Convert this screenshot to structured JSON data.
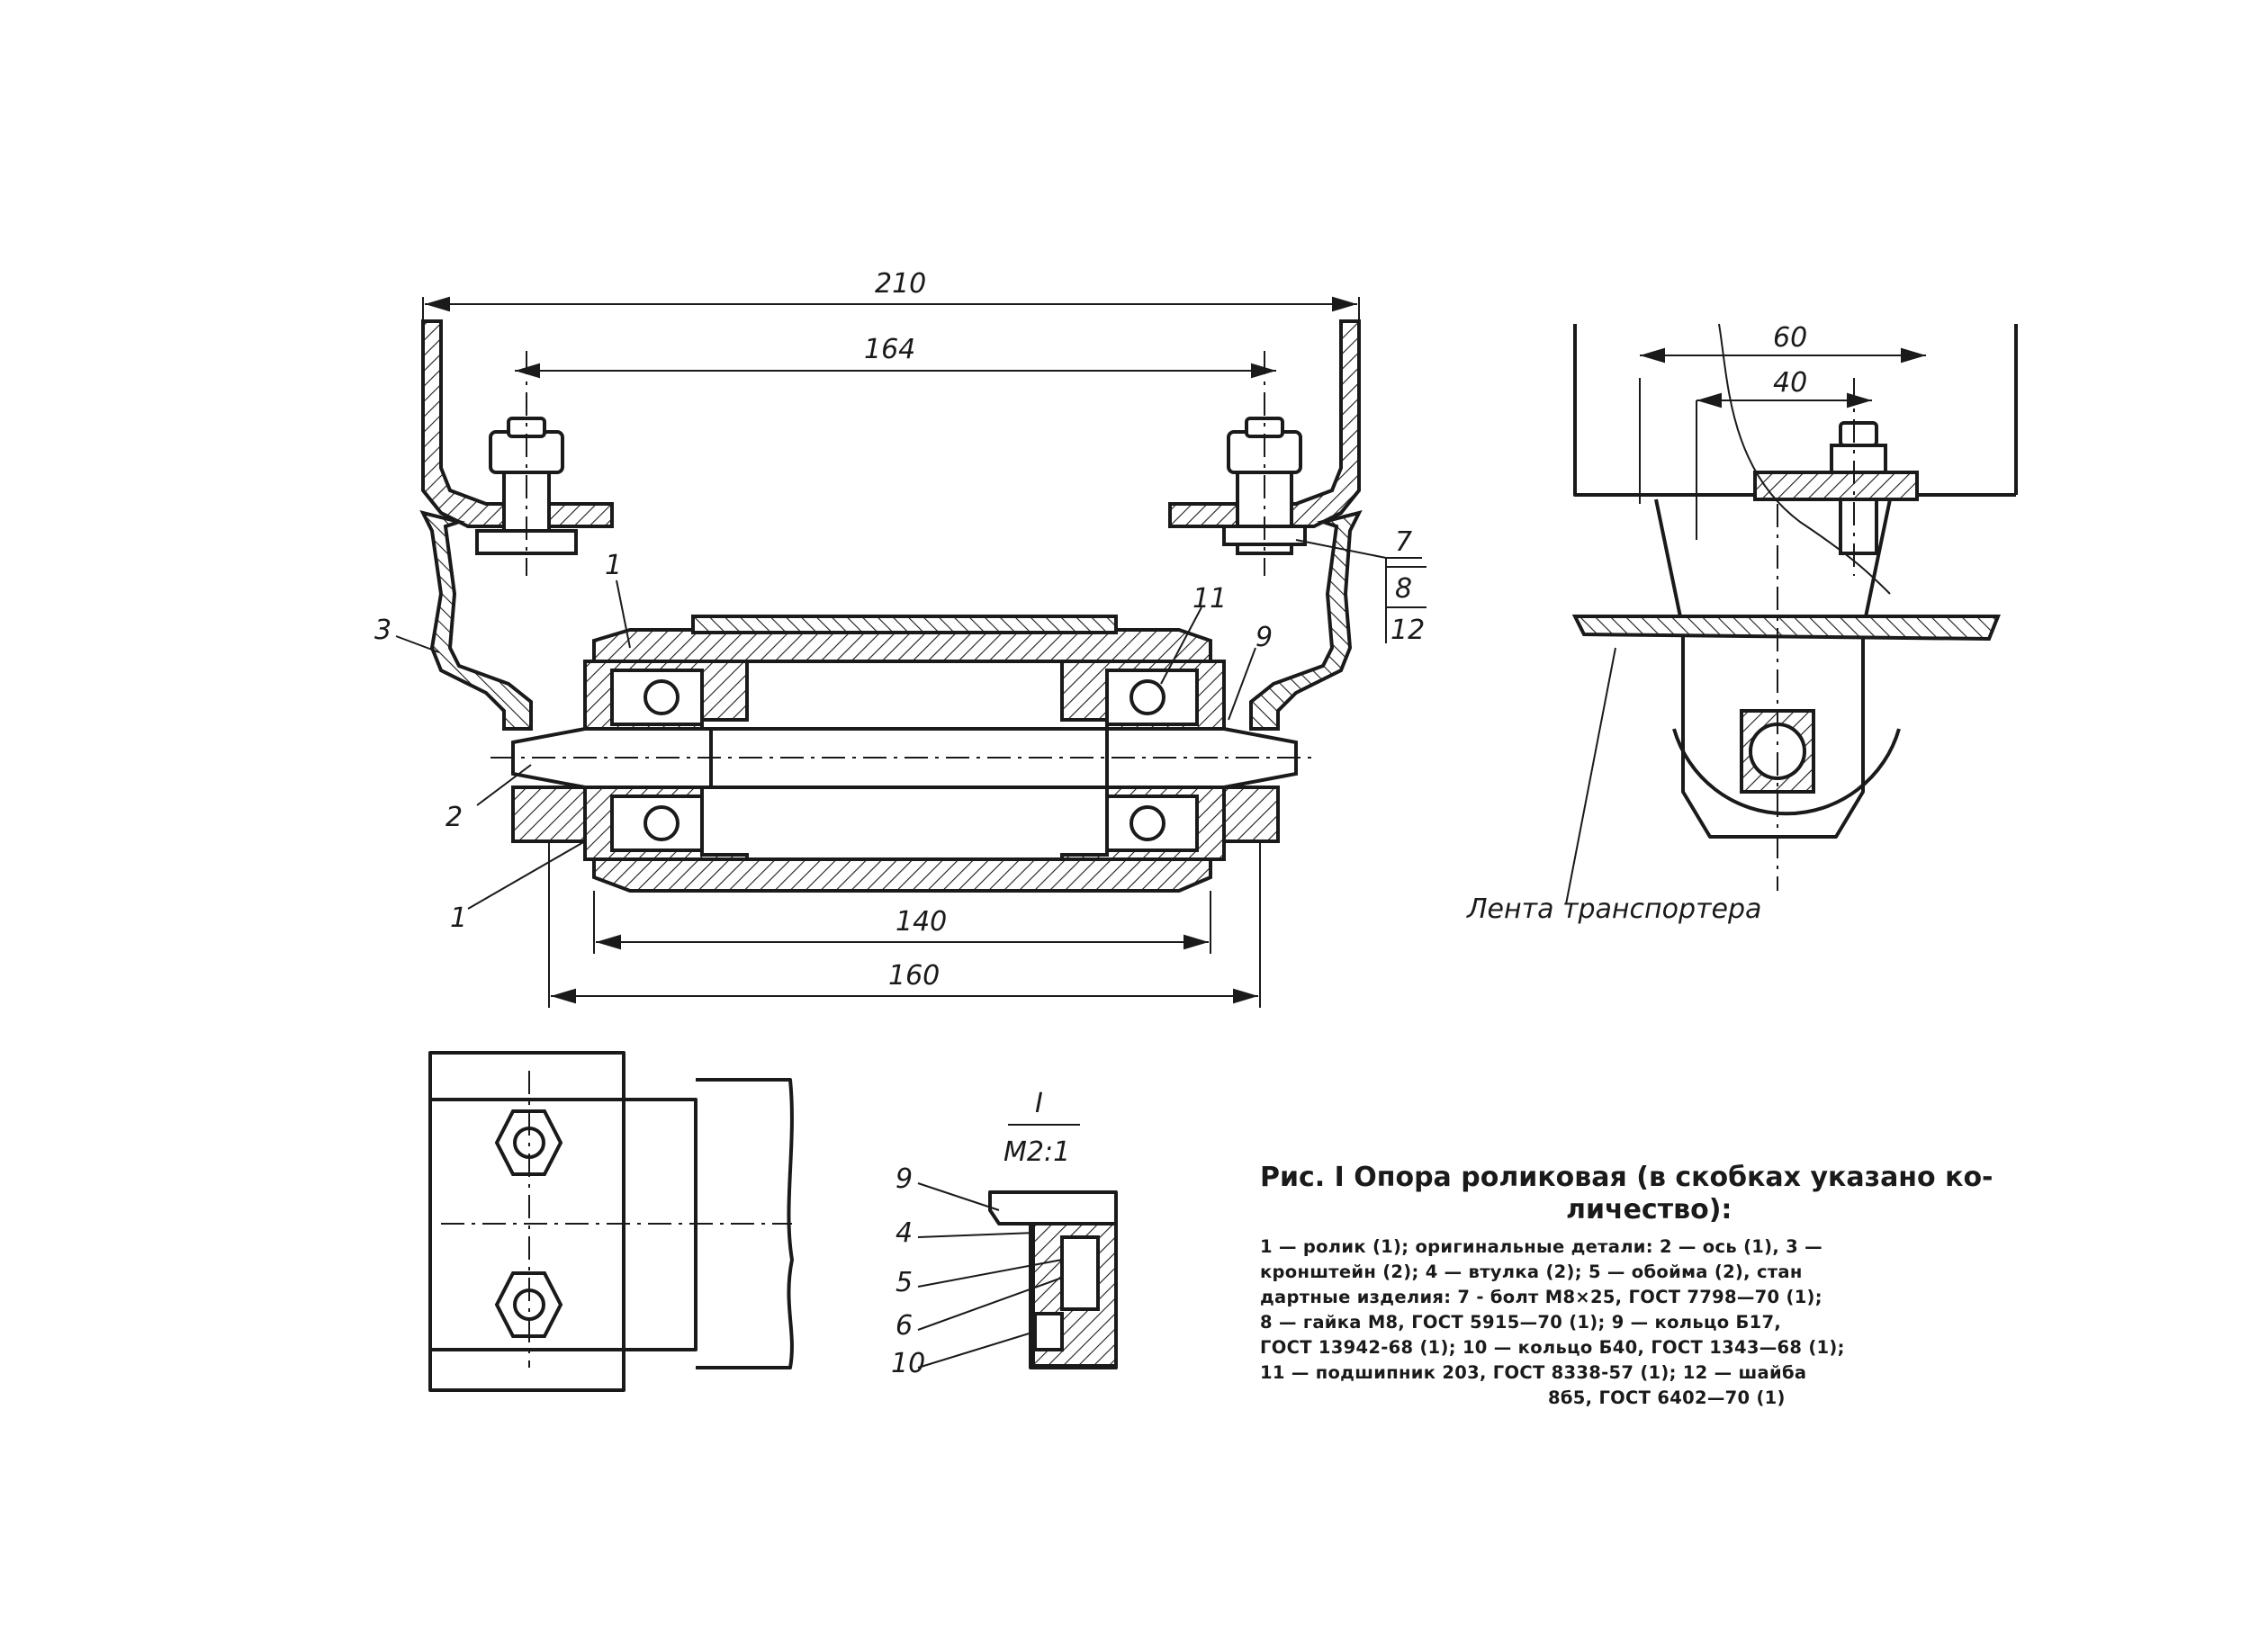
{
  "dimensions": {
    "d210": "210",
    "d164": "164",
    "d140": "140",
    "d160": "160",
    "d60": "60",
    "d40": "40"
  },
  "callouts": {
    "c1a": "1",
    "c1b": "1",
    "c2": "2",
    "c3": "3",
    "c7": "7",
    "c8": "8",
    "c9": "9",
    "c11": "11",
    "c12": "12"
  },
  "detail": {
    "title": "I",
    "scale": "M2:1",
    "c9": "9",
    "c4": "4",
    "c5": "5",
    "c6": "6",
    "c10": "10"
  },
  "side_view": {
    "belt_label": "Лента транспортера"
  },
  "caption": {
    "title_line1": "Рис. I  Опора роликовая (в скобках указано ко-",
    "title_line2": "личество):",
    "body_lines": [
      "1 — ролик (1); оригинальные детали: 2 — ось (1), 3 —",
      "кронштейн (2); 4 — втулка (2); 5 — обойма (2), стан",
      "дартные изделия: 7 - болт М8×25, ГОСТ 7798—70 (1);",
      "8 — гайка М8, ГОСТ 5915—70 (1); 9 — кольцо Б17,",
      "ГОСТ 13942-68 (1); 10 — кольцо Б40, ГОСТ 1343—68 (1);",
      "11 — подшипник 203, ГОСТ 8338-57 (1); 12 — шайба",
      "8б5, ГОСТ 6402—70 (1)"
    ]
  }
}
